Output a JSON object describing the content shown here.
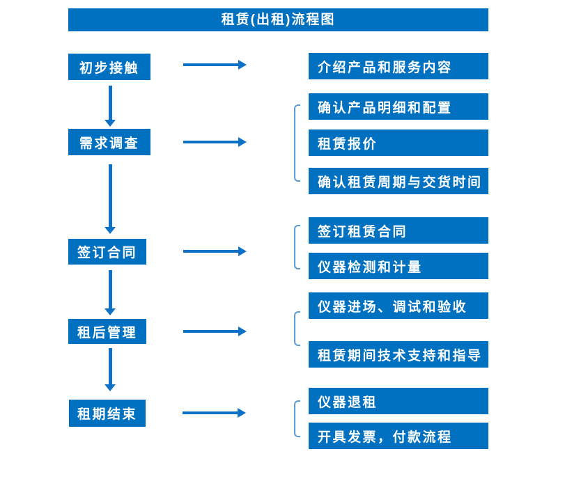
{
  "title": "租赁(出租)流程图",
  "colors": {
    "box_blue": "#0070C0",
    "arrow_blue": "#0d71c7",
    "bracket_blue": "#5B9BD5",
    "text_white": "#FFFFFF",
    "background": "#FFFFFF"
  },
  "steps": [
    {
      "label": "初步接触",
      "details": [
        "介绍产品和服务内容"
      ]
    },
    {
      "label": "需求调查",
      "details": [
        "确认产品明细和配置",
        "租赁报价",
        "确认租赁周期与交货时间"
      ]
    },
    {
      "label": "签订合同",
      "details": [
        "签订租赁合同",
        "仪器检测和计量"
      ]
    },
    {
      "label": "租后管理",
      "details": [
        "仪器进场、调试和验收",
        "租赁期间技术支持和指导"
      ]
    },
    {
      "label": "租期结束",
      "details": [
        "仪器退租",
        "开具发票，付款流程"
      ]
    }
  ]
}
